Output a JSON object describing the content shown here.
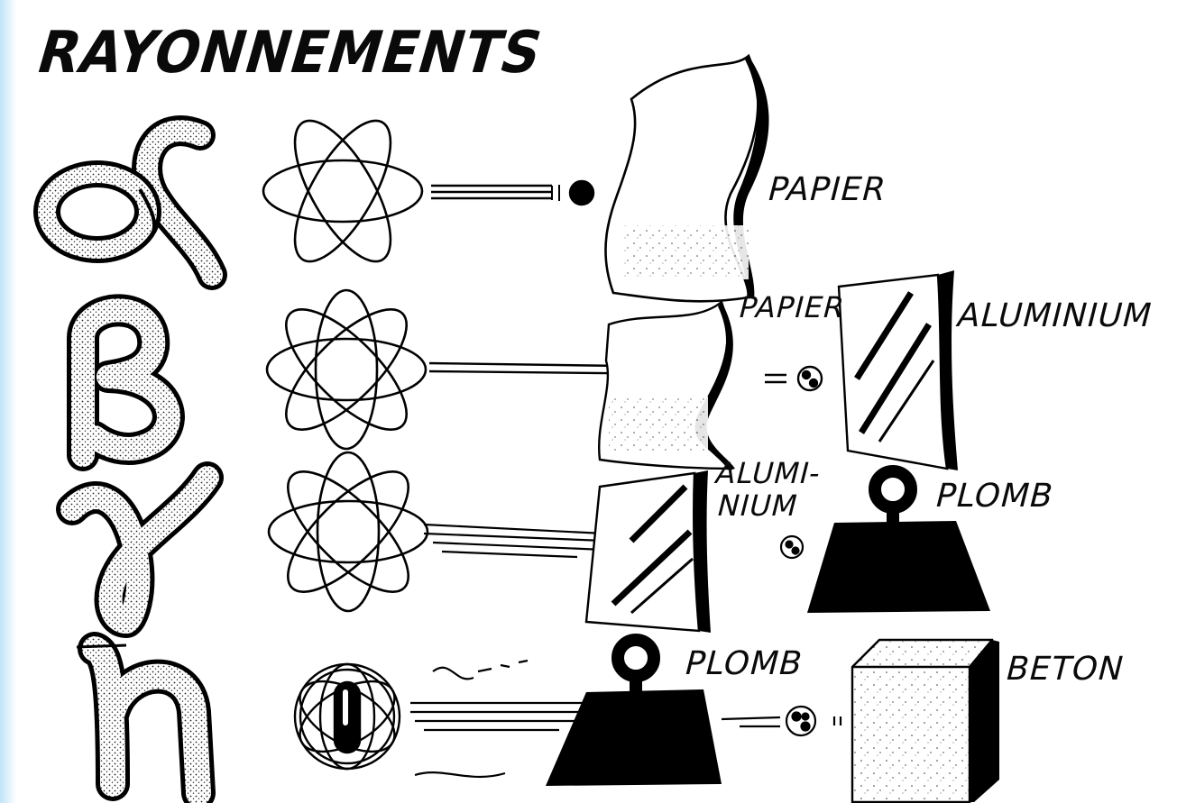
{
  "title": "RAYONNEMENTS",
  "colors": {
    "ink": "#0a0a0a",
    "paper": "#ffffff",
    "edge": "#bfe3f7"
  },
  "rows": [
    {
      "symbol": "α",
      "symbol_icon": "alpha-symbol-icon",
      "labels": [
        "PAPIER"
      ]
    },
    {
      "symbol": "β",
      "symbol_icon": "beta-symbol-icon",
      "labels": [
        "PAPIER",
        "ALUMINIUM"
      ]
    },
    {
      "symbol": "γ",
      "symbol_icon": "gamma-symbol-icon",
      "labels": [
        "ALUMI-",
        "NIUM",
        "PLOMB"
      ]
    },
    {
      "symbol": "η",
      "symbol_icon": "eta-symbol-icon",
      "labels": [
        "PLOMB",
        "BETON"
      ]
    }
  ]
}
